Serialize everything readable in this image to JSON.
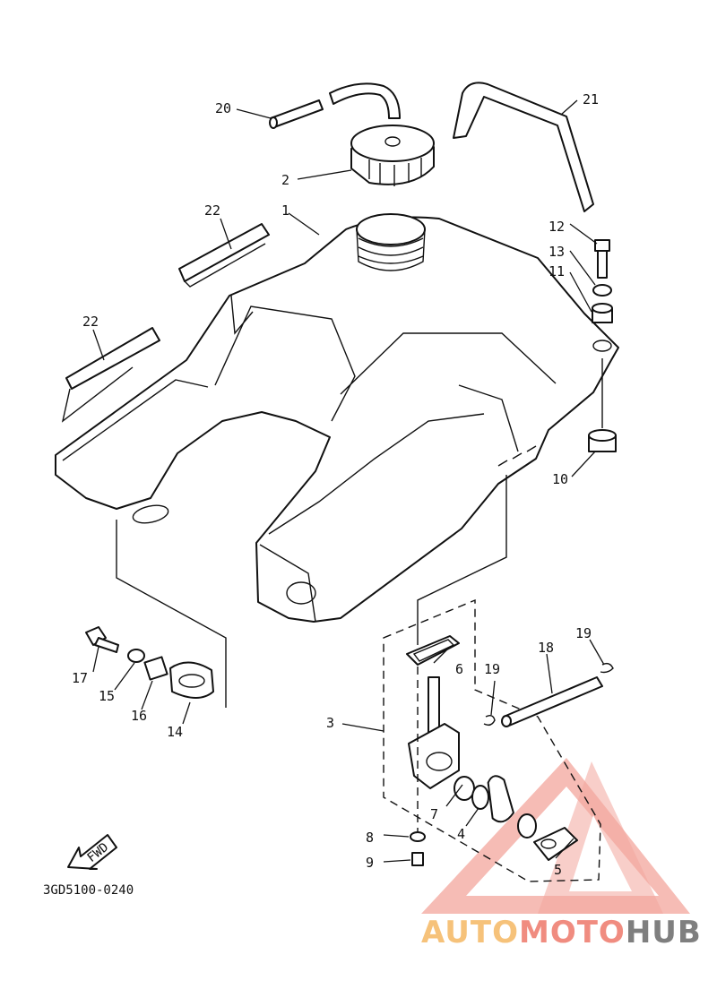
{
  "diagram": {
    "code": "3GD5100-0240",
    "fwd_label": "FWD",
    "callouts": {
      "c1": "1",
      "c2": "2",
      "c3": "3",
      "c4": "4",
      "c5": "5",
      "c6": "6",
      "c7": "7",
      "c8": "8",
      "c9": "9",
      "c10": "10",
      "c11": "11",
      "c12": "12",
      "c13": "13",
      "c14": "14",
      "c15": "15",
      "c16": "16",
      "c17": "17",
      "c18": "18",
      "c19a": "19",
      "c19b": "19",
      "c20": "20",
      "c21": "21",
      "c22a": "22",
      "c22b": "22"
    }
  },
  "watermark": {
    "part1": "AUTO",
    "part2": "MOTO",
    "part3": "HUB",
    "colors": {
      "light": "#f6c27a",
      "mid": "#f08c80",
      "dark": "#808080"
    }
  }
}
